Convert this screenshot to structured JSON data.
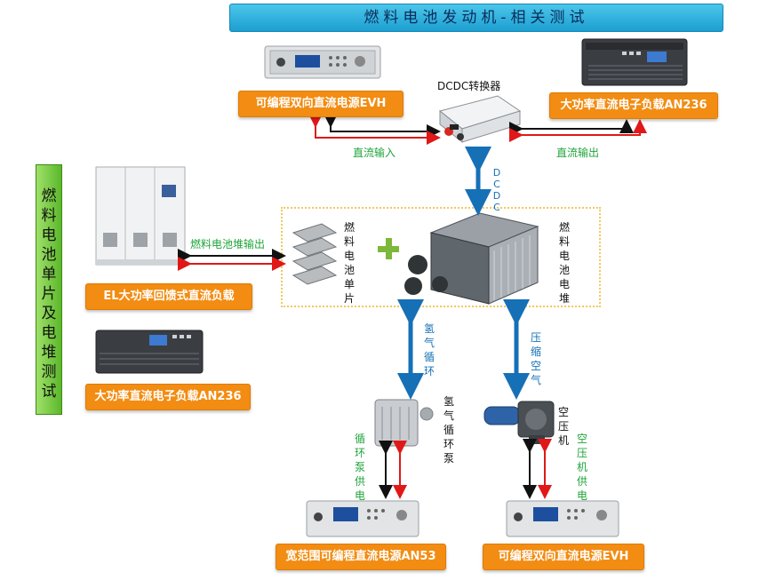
{
  "title": "燃料电池发动机-相关测试",
  "side_title": [
    "燃",
    "料",
    "电",
    "池",
    "单",
    "片",
    "及",
    "电",
    "堆",
    "测",
    "试"
  ],
  "boxes": {
    "evh_top": "可编程双向直流电源EVH",
    "an236_top": "大功率直流电子负载AN236",
    "el_load": "EL大功率回馈式直流负载",
    "an236_left": "大功率直流电子负载AN236",
    "an53": "宽范围可编程直流电源AN53",
    "evh_bottom": "可编程双向直流电源EVH"
  },
  "labels": {
    "dcdc_converter": "DCDC转换器",
    "dc_input": "直流输入",
    "dc_output": "直流输出",
    "dcdc_vertical": [
      "D",
      "C",
      "D",
      "C"
    ],
    "fc_stack_output": "燃料电池堆输出",
    "single_cell": [
      "燃",
      "料",
      "电",
      "池",
      "单",
      "片"
    ],
    "stack": [
      "燃",
      "料",
      "电",
      "池",
      "电",
      "堆"
    ],
    "hydrogen_circ": [
      "氢",
      "气",
      "循",
      "环"
    ],
    "compressed_air": [
      "压",
      "缩",
      "空",
      "气"
    ],
    "hydrogen_pump": [
      "氢",
      "气",
      "循",
      "环",
      "泵"
    ],
    "compressor": [
      "空",
      "压",
      "机"
    ],
    "pump_power": [
      "循",
      "环",
      "泵",
      "供",
      "电"
    ],
    "compressor_power": [
      "空",
      "压",
      "机",
      "供",
      "电"
    ]
  },
  "colors": {
    "orange": "#f28c12",
    "title_blue": "#1c9fd1",
    "side_green": "#5cb82b",
    "arrow_blue": "#1670b6",
    "label_green": "#1fa43a",
    "wire_red": "#e01818",
    "wire_black": "#111111"
  }
}
